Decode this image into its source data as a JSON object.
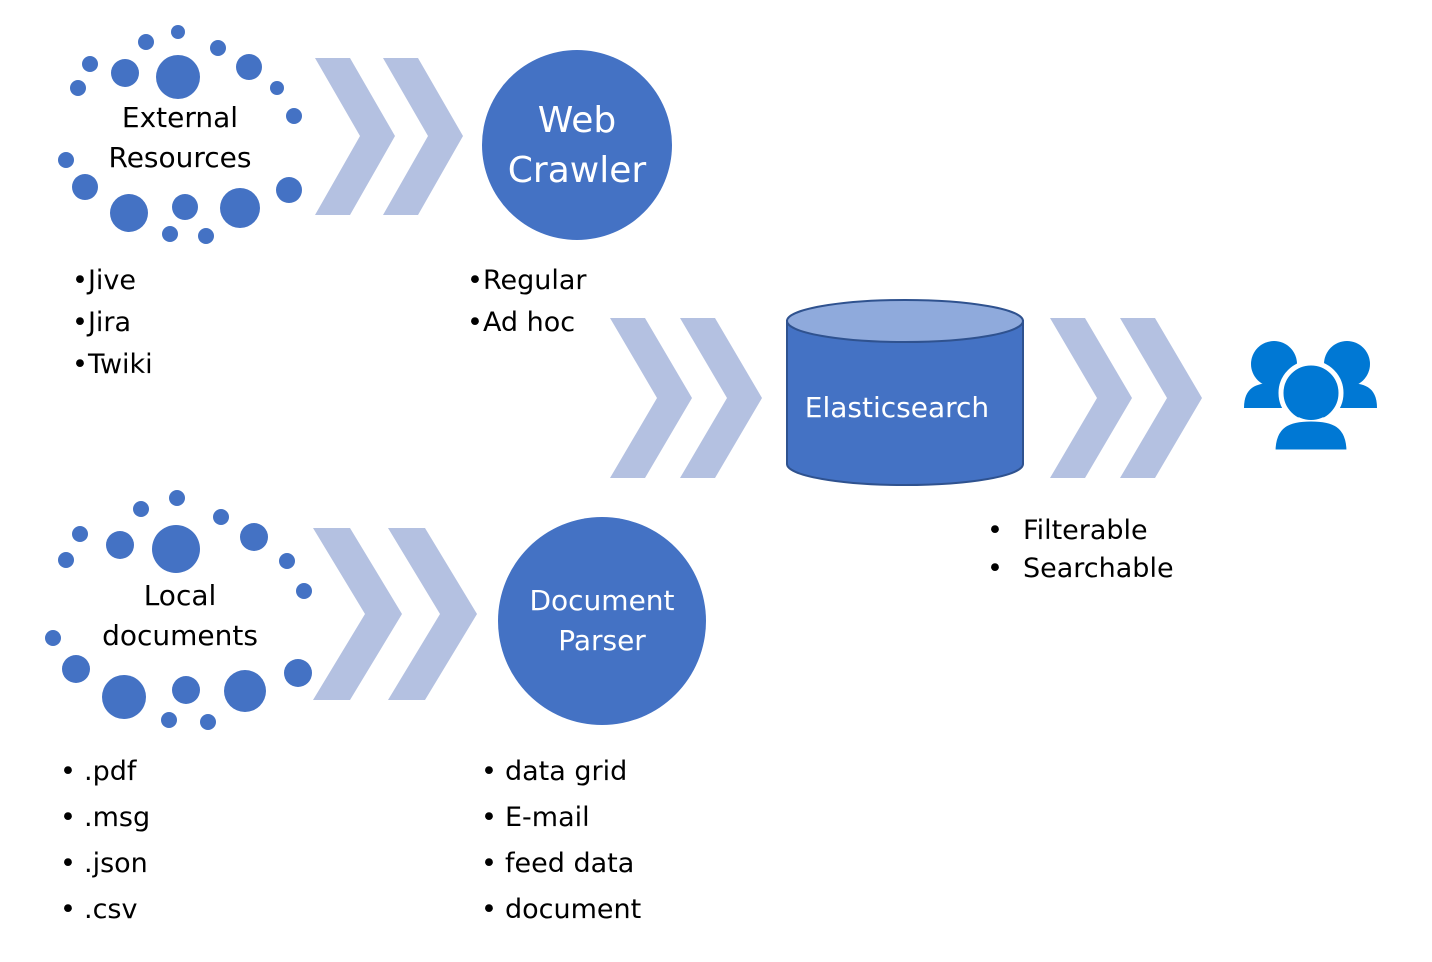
{
  "colors": {
    "node_blue": "#4472C4",
    "dot_blue": "#4472C4",
    "chevron": "#B4C1E1",
    "cylinder_top": "#8FAADC",
    "users_icon": "#0078D4"
  },
  "external_resources": {
    "label_line1": "External",
    "label_line2": "Resources",
    "items": [
      "Jive",
      "Jira",
      "Twiki"
    ]
  },
  "web_crawler": {
    "label_line1": "Web",
    "label_line2": "Crawler",
    "items": [
      "Regular",
      "Ad hoc"
    ]
  },
  "local_documents": {
    "label_line1": "Local",
    "label_line2": "documents",
    "items": [
      ".pdf",
      ".msg",
      ".json",
      ".csv"
    ]
  },
  "document_parser": {
    "label_line1": "Document",
    "label_line2": "Parser",
    "items": [
      "data grid",
      "E-mail",
      "feed data",
      "document"
    ]
  },
  "elasticsearch": {
    "label": "Elasticsearch",
    "items": [
      "Filterable",
      "Searchable"
    ]
  },
  "users": {
    "icon": "users-icon"
  }
}
